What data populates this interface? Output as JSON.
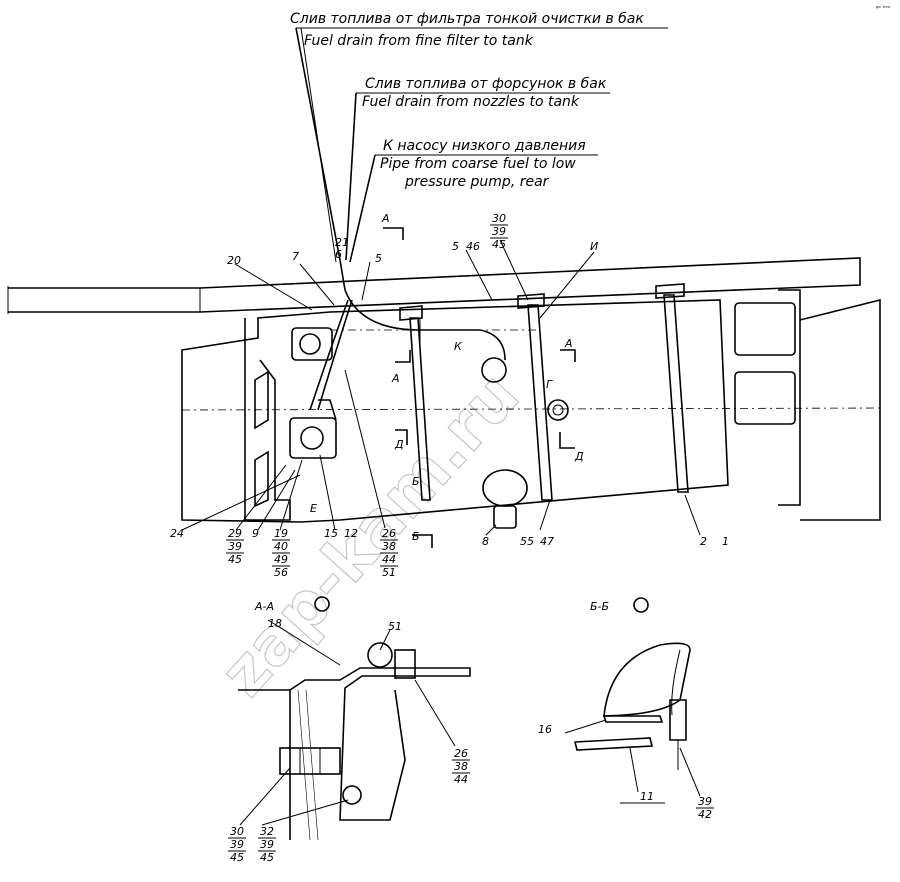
{
  "captions": {
    "fine_filter_ru": "Слив топлива от фильтра тонкой очистки в бак",
    "fine_filter_en": "Fuel drain from fine filter to tank",
    "nozzles_ru": "Слив топлива от форсунок в бак",
    "nozzles_en": "Fuel drain from nozzles to tank",
    "pump_ru": "К насосу низкого давления",
    "pump_en_line1": "Pipe from coarse fuel to low",
    "pump_en_line2": "pressure pump, rear"
  },
  "callouts": {
    "c20": "20",
    "c7": "7",
    "c21": "21",
    "c6": "6",
    "c5a": "5",
    "c5b": "5",
    "c46": "46",
    "c30a": "30",
    "c39a": "39",
    "c45a": "45",
    "cI": "И",
    "cK": "К",
    "cAtop": "А",
    "cAmid": "А",
    "cAright": "А",
    "cDleft": "Д",
    "cDright": "Д",
    "cB": "Б",
    "cG": "Г",
    "cE": "Е",
    "c24": "24",
    "c29": "29",
    "c39b": "39",
    "c45b": "45",
    "c9": "9",
    "c19": "19",
    "c40": "40",
    "c49": "49",
    "c56": "56",
    "c15": "15",
    "c12": "12",
    "c26a": "26",
    "c38a": "38",
    "c44a": "44",
    "c51a": "51",
    "c8": "8",
    "c55": "55",
    "c47": "47",
    "c2": "2",
    "c1": "1",
    "cB2": "Б"
  },
  "section_aa": {
    "title": "А-А",
    "c18": "18",
    "c51": "51",
    "c26": "26",
    "c38": "38",
    "c44": "44",
    "c30": "30",
    "c39": "39",
    "c45": "45",
    "c32": "32",
    "c39b": "39",
    "c45b": "45"
  },
  "section_bb": {
    "title": "Б-Б",
    "c16": "16",
    "c11": "11",
    "c39": "39",
    "c42": "42"
  },
  "watermark": "zap-kam.ru",
  "corner_mark": "ᵍᵒ ᵐᵐ"
}
